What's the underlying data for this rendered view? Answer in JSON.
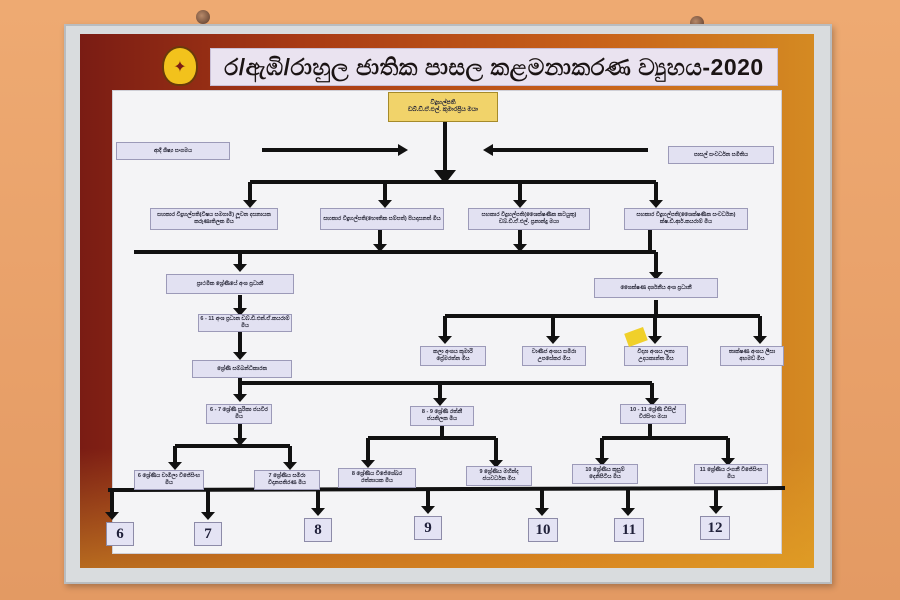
{
  "header": {
    "title": "ර/ඇඹි/රාහුල ජාතික පාසල  කළමනාකරණ ව්‍යුහය-2020"
  },
  "chart": {
    "top_box": "විදුහල්පති\nඩබ්.ඩී.ඒ.එල්. කුමාරප්‍රිය මයා",
    "side_left": "ආදි ශිෂ්‍ය සංගමය",
    "side_right": "පාසල් සංවර්ධන සමිතිය",
    "deputies": [
      "සහකාර විදුහල්පති(විෂය සමගාමී) ලූවන දසනායක කරුණාතිලක මිය",
      "සහකාර විදුහල්පති(භෞතික සම්පත්) පියදාසනත් මිය",
      "සහකාර විදුහල්පති(ශෛක්ෂණික කටයුතු) ඩබ්.ඩී.ඒ.එල්. ප්‍රනාන්දු මයා",
      "සහකාර විදුහල්පති(ශෛක්ෂණික සංවර්ධන) ක්ෂ.ඩී.ආර්.කයරාම් මිය"
    ],
    "left_branch": [
      "ප්‍රාථමික ශ්‍රේණියේ අංශ ප්‍රධානී",
      "6 - 11 අංශ ප්‍රධාන ඩබ්.ඩී.එන්.ඒ.කයරාම් මිය",
      "ශ්‍රේණි සම්බන්ධීකාරක"
    ],
    "right_branch": "ශෛක්ෂණ දර්ශනීය අංශ ප්‍රධානී",
    "sections": [
      "කලා අංශය කුමාරි ප්‍රේමරත්න මිය",
      "වාණිජ අංශය සමීරා උපසේකර මිය",
      "විද්‍යා අංශය ලතා උදයකාන්ත මිය",
      "තාක්ෂණ අංශය ලීසා අහමඩ් මිය"
    ],
    "grade_groups": [
      "6 - 7 ශ්‍රේණි සුරිකා ජයවීර මිය",
      "8 - 9 ශ්‍රේණි රත්නී ජයතිලක මිය",
      "10 - 11 ශ්‍රේණි ඩිසිල් වීරසිංහ මයා"
    ],
    "grade_heads": [
      "6 ශ්‍රේණිය චාමිලා විජේසිංහ මිය",
      "7 ශ්‍රේණිය සමීරා විදානපතිරණ මිය",
      "8 ශ්‍රේණිය විජේශේඛර රත්නායක මිය",
      "9 ශ්‍රේණිය මහින්ද ජයවර්ධන මිය",
      "10 ශ්‍රේණිය කුසුම් දෙනිපිටිය මිය",
      "11 ශ්‍රේණිය රංගනී විජේසිංහ මිය"
    ],
    "grades": [
      "6",
      "7",
      "8",
      "9",
      "10",
      "11",
      "12"
    ]
  }
}
